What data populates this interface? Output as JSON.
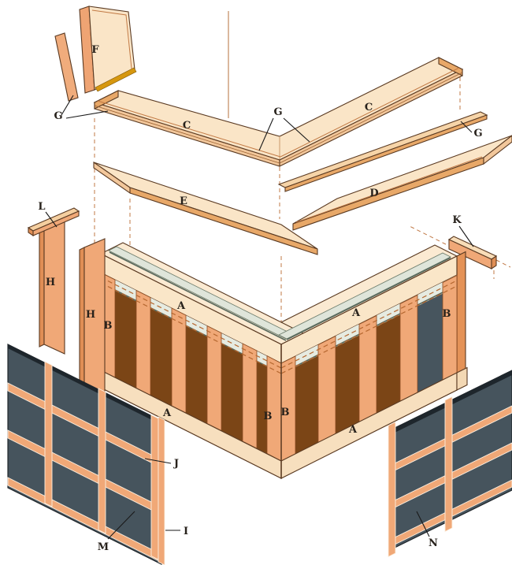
{
  "diagram": {
    "kind": "exploded-isometric-assembly-diagram",
    "subject": "L-shaped corner bar: stud frame, sub-tops, bar tops, trim and battened face panels",
    "background": "#ffffff",
    "colors": {
      "wood_face_cream": "#fae5c7",
      "wood_face_light": "#fbead2",
      "wood_front_band": "#f2c79b",
      "wood_orange": "#f0a877",
      "wood_orange_dark": "#e08e55",
      "outline_brown": "#5a3a22",
      "bay_brown": "#7b4516",
      "panel_slate": "#46545d",
      "panel_slate_edge": "#1e262c",
      "laminate_green_light": "#e6ebe1",
      "laminate_green_dark": "#57675b",
      "gold_strip": "#d6970f",
      "dashed_line": "#c07845",
      "center_line": "#b5703c",
      "label_color": "#27211b"
    },
    "labels": [
      {
        "id": "part-f",
        "text": "F"
      },
      {
        "id": "part-g-left",
        "text": "G"
      },
      {
        "id": "part-c-left",
        "text": "C"
      },
      {
        "id": "part-g-center",
        "text": "G"
      },
      {
        "id": "part-c-right",
        "text": "C"
      },
      {
        "id": "part-g-right",
        "text": "G"
      },
      {
        "id": "part-e",
        "text": "E"
      },
      {
        "id": "part-d",
        "text": "D"
      },
      {
        "id": "part-l",
        "text": "L"
      },
      {
        "id": "part-k",
        "text": "K"
      },
      {
        "id": "part-h-left",
        "text": "H"
      },
      {
        "id": "part-h-mid",
        "text": "H"
      },
      {
        "id": "part-b-left",
        "text": "B"
      },
      {
        "id": "part-a-top-left",
        "text": "A"
      },
      {
        "id": "part-a-top-right",
        "text": "A"
      },
      {
        "id": "part-b-right-end",
        "text": "B"
      },
      {
        "id": "part-a-bottom-left",
        "text": "A"
      },
      {
        "id": "part-b-corner-left",
        "text": "B"
      },
      {
        "id": "part-b-corner-right",
        "text": "B"
      },
      {
        "id": "part-a-bottom-right",
        "text": "A"
      },
      {
        "id": "part-j",
        "text": "J"
      },
      {
        "id": "part-i",
        "text": "I"
      },
      {
        "id": "part-m",
        "text": "M"
      },
      {
        "id": "part-n",
        "text": "N"
      }
    ]
  }
}
